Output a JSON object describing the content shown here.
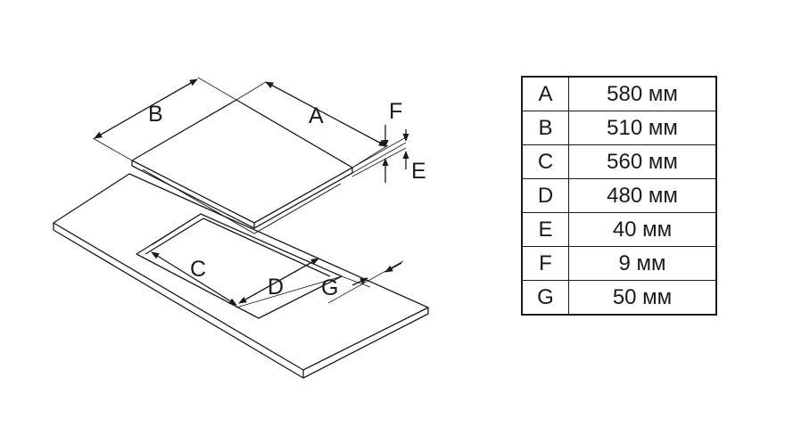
{
  "diagram": {
    "labels": {
      "A": "A",
      "B": "B",
      "C": "C",
      "D": "D",
      "E": "E",
      "F": "F",
      "G": "G"
    }
  },
  "dimensions_table": {
    "rows": [
      {
        "key": "A",
        "value": "580 мм"
      },
      {
        "key": "B",
        "value": "510 мм"
      },
      {
        "key": "C",
        "value": "560 мм"
      },
      {
        "key": "D",
        "value": "480 мм"
      },
      {
        "key": "E",
        "value": "40 мм"
      },
      {
        "key": "F",
        "value": "9 мм"
      },
      {
        "key": "G",
        "value": "50 мм"
      }
    ]
  },
  "colors": {
    "line": "#1a1a1a",
    "background": "#ffffff"
  }
}
